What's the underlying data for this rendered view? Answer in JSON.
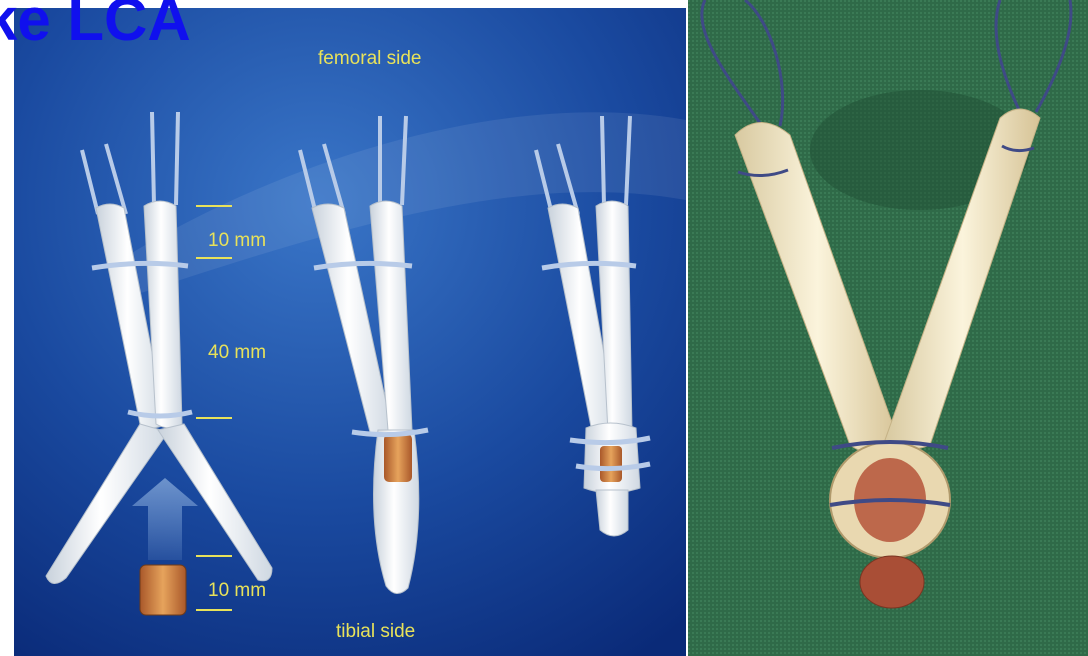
{
  "title_fragment": "ke LCA",
  "diagram": {
    "top_label": "femoral side",
    "bottom_label": "tibial side",
    "measurements": [
      "10 mm",
      "40 mm",
      "10 mm"
    ],
    "colors": {
      "background_dark": "#0a2a78",
      "background_light": "#3a76c8",
      "label": "#e8e25a",
      "graft": "#eef1f2",
      "suture": "#b8cbe8",
      "bone_plug": "#c4743c",
      "arrow": "#6d93cc"
    }
  },
  "photo": {
    "colors": {
      "drape": "#2f6a48",
      "tendon": "#efe6c8",
      "suture": "#3f4a86",
      "bone_plug": "#b5553a"
    }
  }
}
